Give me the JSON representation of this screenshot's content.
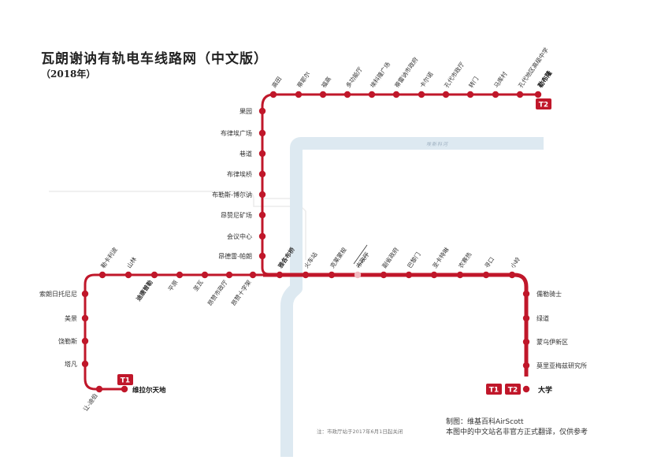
{
  "title": "瓦朗谢讷有轨电车线路网（中文版）",
  "subtitle": "（2018年）",
  "credit": "制图：维基百科AirScott",
  "disclaimer": "本图中的中文站名非官方正式翻译，仅供参考",
  "footnote": "注：市政厅站于2017年6月1日起关闭",
  "river_label": "埃斯科河",
  "colors": {
    "line": "#c0172a",
    "river": "#dde9f1",
    "faded": "#ececec",
    "closed": "#f1b9c0"
  },
  "lines": [
    {
      "id": "T1",
      "badge": "T1"
    },
    {
      "id": "T2",
      "badge": "T2"
    }
  ],
  "termini": {
    "t1_west": "维拉尔天地",
    "t2_north": "勒布隆",
    "shared_south": "大学"
  },
  "stations": {
    "t2_top": [
      "高田",
      "蒂耶尔",
      "福高",
      "多功能厅",
      "埃科隆广场",
      "蒂雷讷市政府",
      "卡尔诺",
      "孔代市政厅",
      "转门",
      "马库村",
      "孔代地区高级中学"
    ],
    "t2_vertical": [
      "果园",
      "布律埃广场",
      "巷道",
      "布律埃桥",
      "布勒斯-博尔讷",
      "昂赞尼矿场",
      "会议中心",
      "昂德雷-帕朗"
    ],
    "trunk": [
      "雅各布桥",
      "火车站",
      "克莱蒙梭",
      "市政厅",
      "副省政府",
      "巴黎门",
      "圣卡特琳",
      "农赛热",
      "寻口",
      "小岭"
    ],
    "t1_west_row": [
      "勒卡利波",
      "山林",
      "迪唐普勒",
      "平原",
      "圣瓦",
      "昂赞市政厅",
      "昂赞十字架"
    ],
    "t1_west_vertical": [
      "索朗日托尼尼",
      "美景",
      "饶勒斯",
      "塔凡"
    ],
    "t1_west_bottom": [
      "让-迪伯"
    ],
    "south_branch": [
      "儒勒骑士",
      "绿道",
      "蒙乌伊新区",
      "莫里亚梅兹研究所"
    ]
  }
}
